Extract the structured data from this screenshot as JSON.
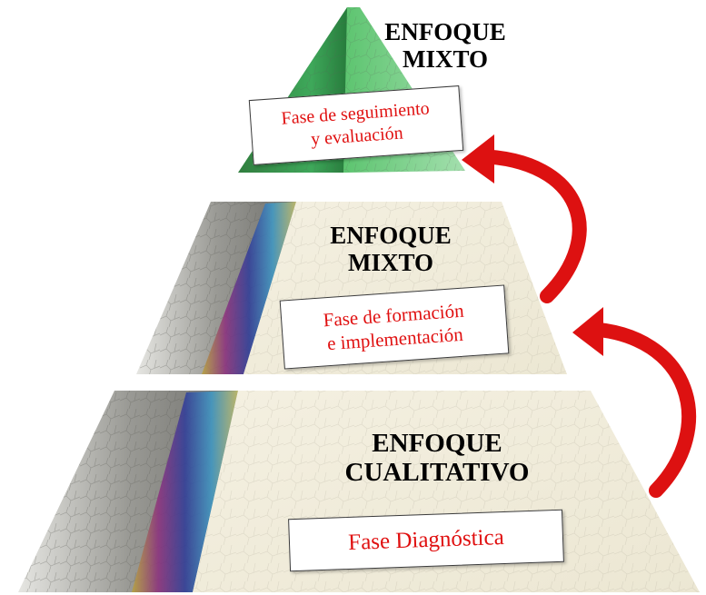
{
  "levels": [
    {
      "heading": "ENFOQUE\nMIXTO",
      "phase": "Fase de seguimiento\ny evaluación"
    },
    {
      "heading": "ENFOQUE\nMIXTO",
      "phase": "Fase de formación\ne implementación"
    },
    {
      "heading": "ENFOQUE\nCUALITATIVO",
      "phase": "Fase Diagnóstica"
    }
  ],
  "colors": {
    "phase_text": "#e01010",
    "arrow": "#dd1111",
    "top_tier": "#3fae5a",
    "stone_light": "#f2eee0",
    "stone_shadow": "#8f8f8a"
  }
}
